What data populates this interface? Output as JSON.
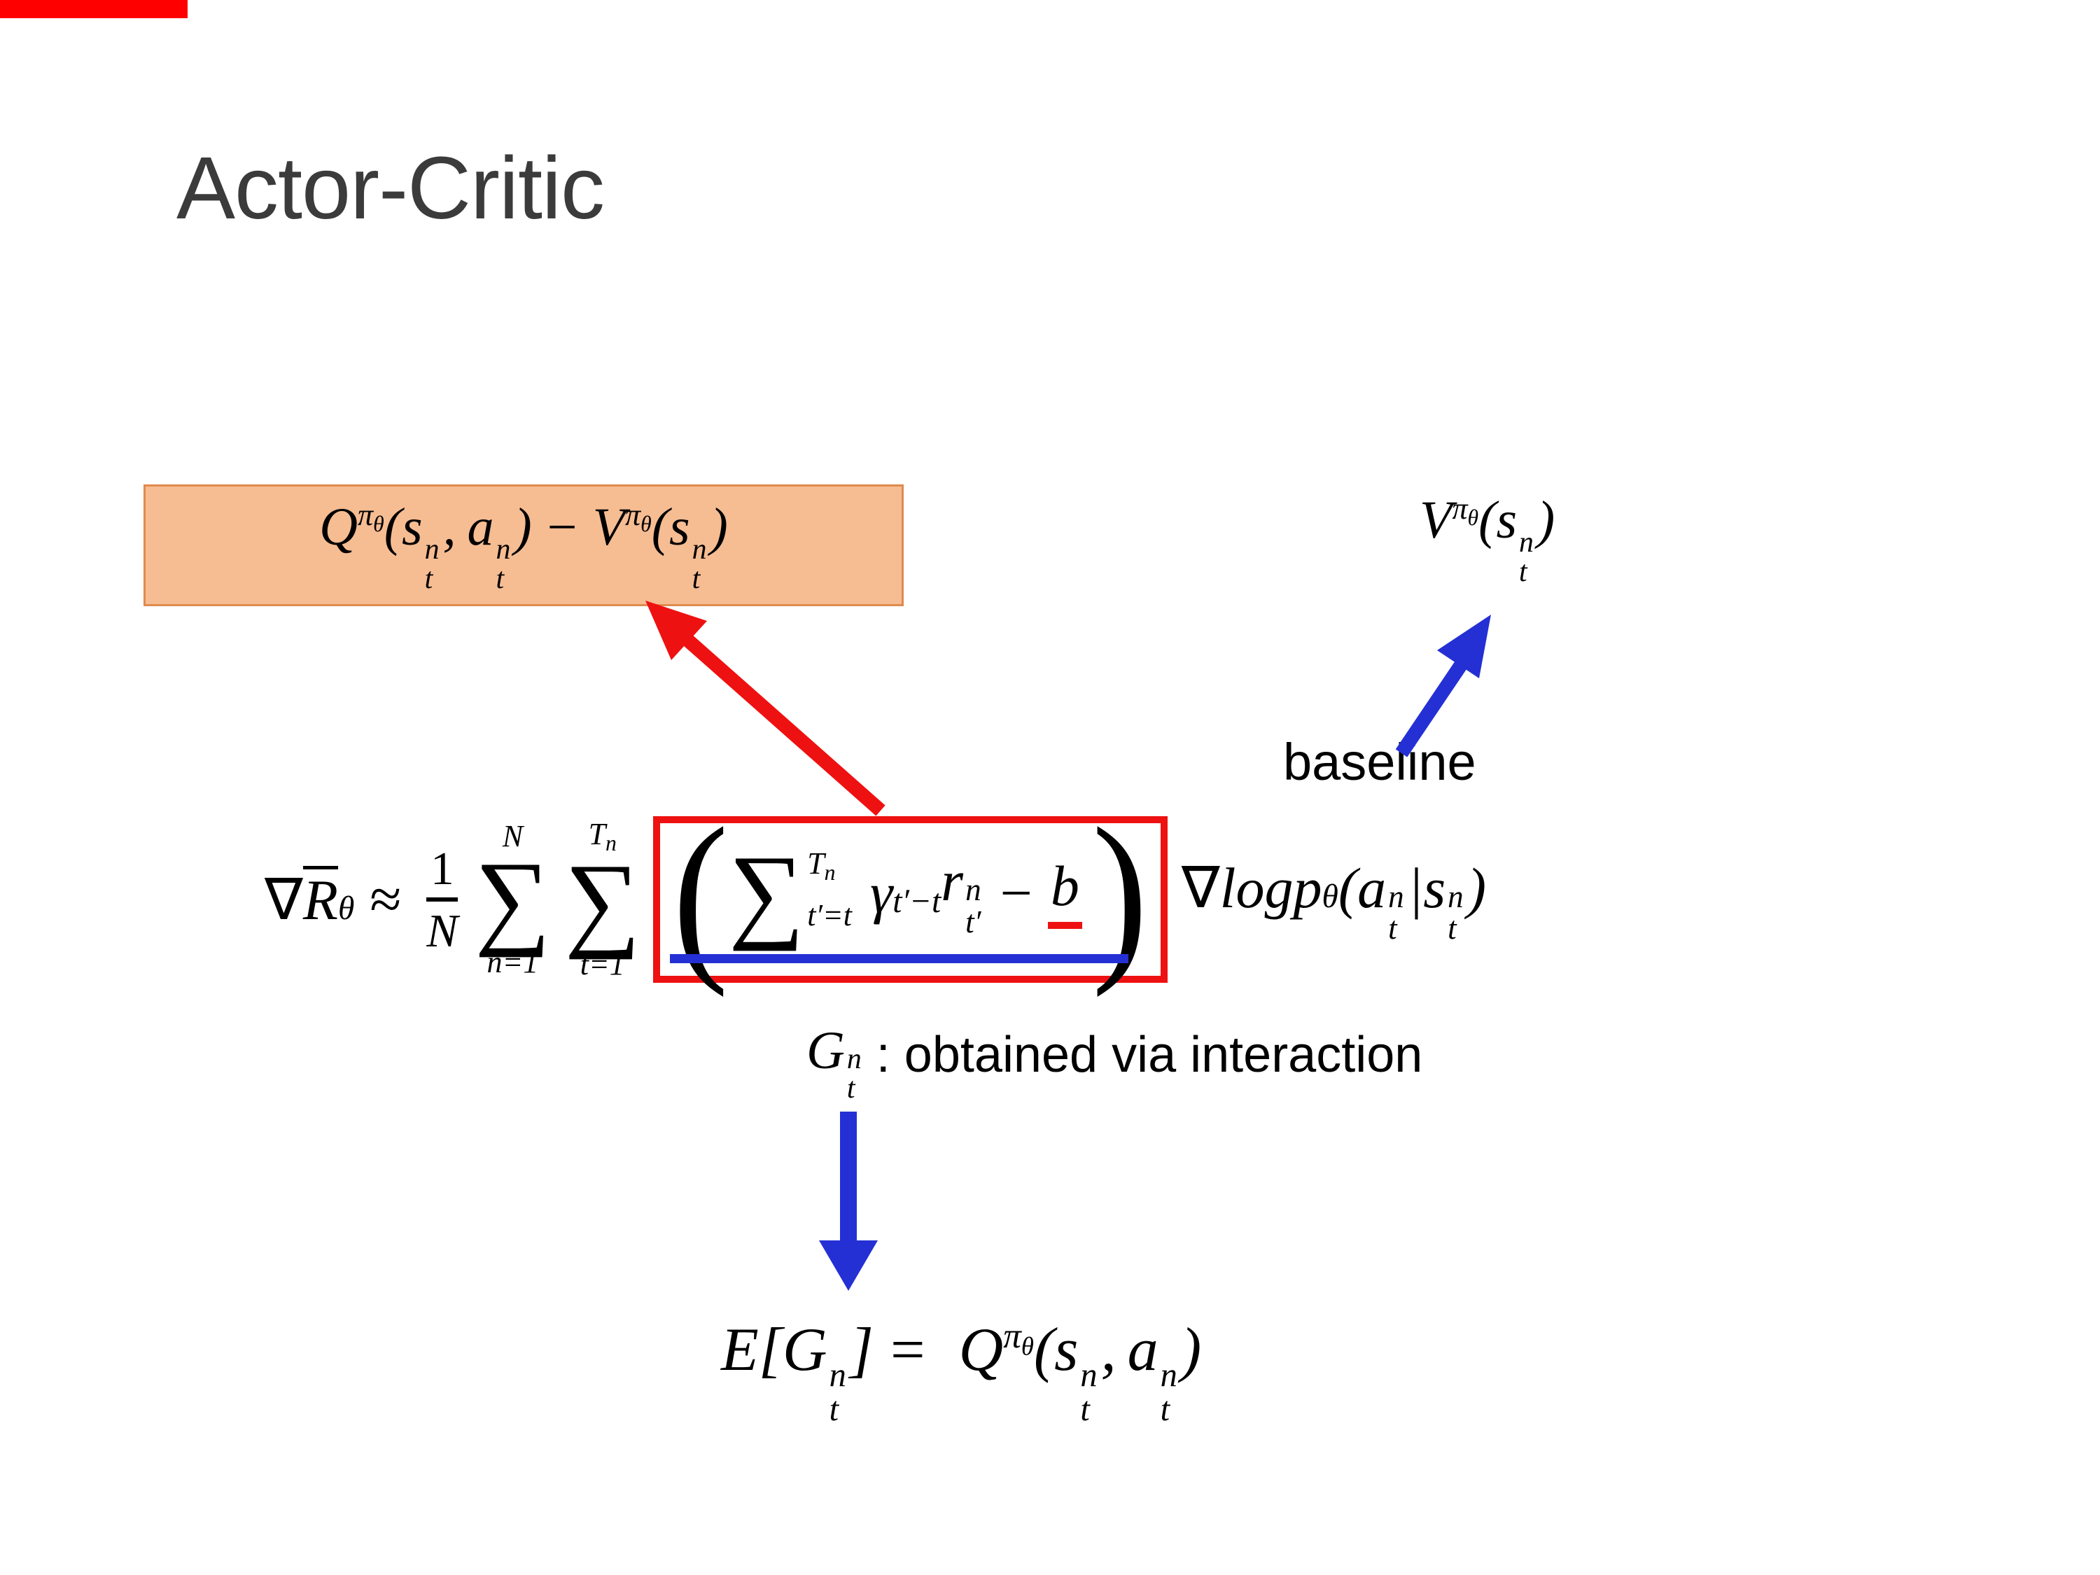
{
  "title": "Actor-Critic",
  "labels": {
    "baseline": "baseline",
    "g_note": ": obtained via interaction"
  },
  "g": {
    "nabla": "∇",
    "R": "R",
    "theta": "θ",
    "approx": "≈",
    "one": "1",
    "N": "N",
    "sum": "∑",
    "n_eq_1": "n=1",
    "t_eq_1": "t=1",
    "T": "T",
    "n": "n",
    "t": "t",
    "tprime_eq_t": "t′=t",
    "gamma": "γ",
    "tprime_minus_t": "t′−t",
    "r": "r",
    "tprime": "t′",
    "minus": "−",
    "b": "b",
    "log": "log",
    "p": "p",
    "lparen": "(",
    "rparen": ")",
    "a": "a",
    "s": "s",
    "mid": "|",
    "comma": ",",
    "Q": "Q",
    "V": "V",
    "pi": "π",
    "E": "E",
    "lbracket": "[",
    "rbracket": "]",
    "equals": "=",
    "G": "G"
  },
  "transcripts": {
    "advantage_box": "Q^{π_θ}(s_t^n, a_t^n) − V^{π_θ}(s_t^n)",
    "value_baseline": "V^{π_θ}(s_t^n)",
    "policy_gradient": "∇R̄_θ ≈ (1/N) Σ_{n=1}^{N} Σ_{t=1}^{T_n} ( Σ_{t′=t}^{T_n} γ^{t′−t} r_{t′}^{n} − b ) ∇log p_θ(a_t^n | s_t^n)",
    "g_note": "G_t^n : obtained via interaction",
    "expectation": "E[G_t^n] = Q^{π_θ}(s_t^n, a_t^n)"
  },
  "colors": {
    "highlight_fill": "#f6bc92",
    "highlight_border": "#e08a4e",
    "annotation_red": "#ee1111",
    "annotation_blue": "#2430d4",
    "title_color": "#3b3b3b",
    "formula_text": "#000000"
  }
}
